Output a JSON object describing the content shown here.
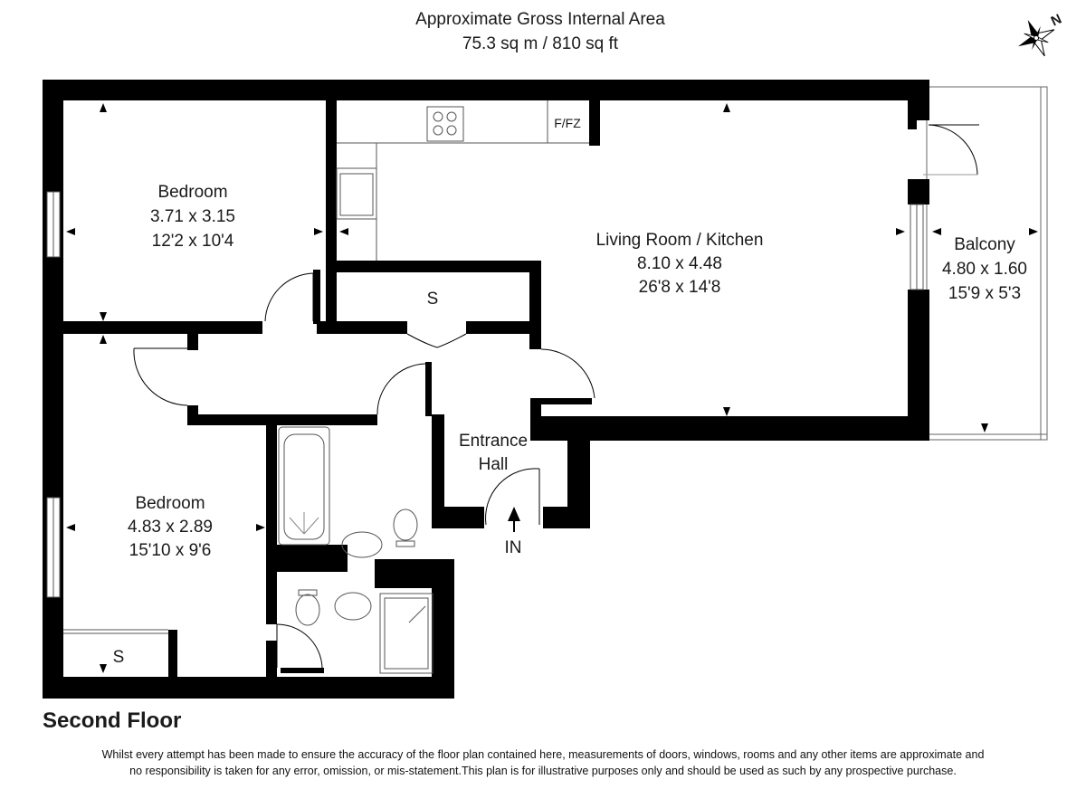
{
  "header": {
    "title": "Approximate Gross Internal Area",
    "area": "75.3 sq m / 810 sq ft"
  },
  "compass": {
    "north_label": "N",
    "icon": "compass-rose-icon"
  },
  "rooms": {
    "bedroom1": {
      "name": "Bedroom",
      "metric": "3.71 x 3.15",
      "imperial": "12'2 x 10'4"
    },
    "bedroom2": {
      "name": "Bedroom",
      "metric": "4.83 x 2.89",
      "imperial": "15'10 x 9'6"
    },
    "living": {
      "name": "Living Room / Kitchen",
      "metric": "8.10 x 4.48",
      "imperial": "26'8 x 14'8"
    },
    "balcony": {
      "name": "Balcony",
      "metric": "4.80 x 1.60",
      "imperial": "15'9 x 5'3"
    },
    "hall": {
      "name_line1": "Entrance",
      "name_line2": "Hall"
    },
    "storage1": {
      "label": "S"
    },
    "storage2": {
      "label": "S"
    },
    "fridge": {
      "label": "F/FZ"
    },
    "entrance": {
      "label": "IN"
    }
  },
  "floor_label": "Second Floor",
  "disclaimer": {
    "line1": "Whilst every attempt has been made to ensure the accuracy of the floor plan contained here, measurements of doors, windows, rooms and any other items are approximate and",
    "line2": "no responsibility is taken for any error, omission, or mis-statement.This plan is for illustrative purposes only and should be used as such by any prospective purchase."
  }
}
